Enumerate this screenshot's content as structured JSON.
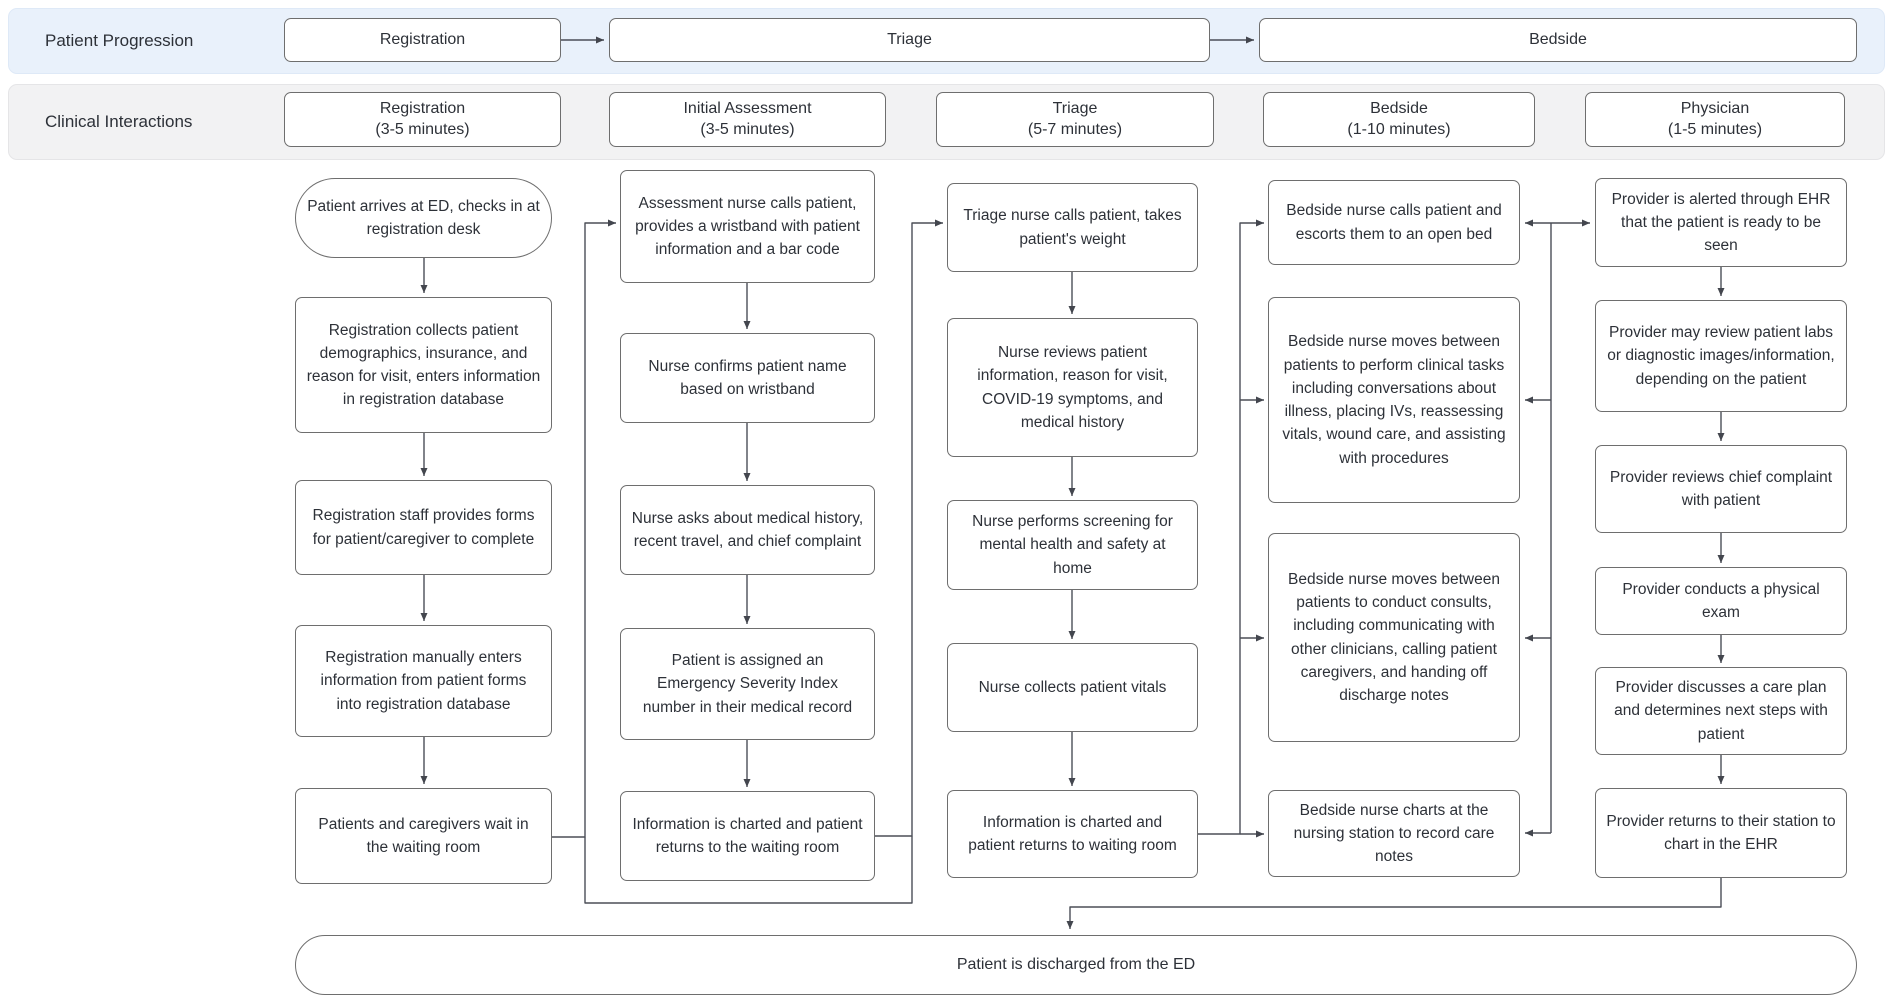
{
  "header": {
    "progression": {
      "label": "Patient Progression",
      "stages": [
        "Registration",
        "Triage",
        "Bedside"
      ]
    },
    "interactions": {
      "label": "Clinical Interactions",
      "stages": [
        {
          "name": "Registration",
          "duration": "(3-5 minutes)"
        },
        {
          "name": "Initial Assessment",
          "duration": "(3-5 minutes)"
        },
        {
          "name": "Triage",
          "duration": "(5-7 minutes)"
        },
        {
          "name": "Bedside",
          "duration": "(1-10 minutes)"
        },
        {
          "name": "Physician",
          "duration": "(1-5 minutes)"
        }
      ]
    }
  },
  "columns": {
    "registration": {
      "steps": [
        "Patient arrives at ED, checks in at registration desk",
        "Registration collects patient demographics, insurance, and reason for visit, enters information in registration database",
        "Registration staff provides forms for patient/caregiver to complete",
        "Registration manually enters information from patient forms into registration database",
        "Patients and caregivers wait in the waiting room"
      ]
    },
    "initial_assessment": {
      "steps": [
        "Assessment nurse calls patient, provides a wristband with patient information and a bar code",
        "Nurse confirms patient name based on wristband",
        "Nurse asks about medical history, recent travel, and chief complaint",
        "Patient is assigned an Emergency Severity Index number in their medical record",
        "Information is charted and patient returns to the waiting room"
      ]
    },
    "triage": {
      "steps": [
        "Triage nurse calls patient, takes patient's weight",
        "Nurse reviews patient information, reason for visit, COVID-19 symptoms, and medical history",
        "Nurse performs screening for mental health and safety at home",
        "Nurse collects patient vitals",
        "Information is charted and patient returns to waiting room"
      ]
    },
    "bedside": {
      "steps": [
        "Bedside nurse calls patient and escorts them to an open bed",
        "Bedside nurse moves between patients to perform clinical tasks including conversations about illness, placing IVs, reassessing vitals, wound care, and assisting with procedures",
        "Bedside nurse moves between patients to conduct consults, including communicating with other clinicians, calling patient caregivers, and handing off discharge notes",
        "Bedside nurse charts at the nursing station to record care notes"
      ]
    },
    "physician": {
      "steps": [
        "Provider is alerted through EHR that the patient is ready to be seen",
        "Provider may review patient labs or diagnostic images/information, depending on the patient",
        "Provider reviews chief complaint with patient",
        "Provider conducts a physical exam",
        "Provider discusses a care plan and determines next steps with patient",
        "Provider returns to their station to chart in the EHR"
      ]
    }
  },
  "end": {
    "label": "Patient is discharged from the ED"
  },
  "colors": {
    "progression_band_bg": "#e9f1fb",
    "interactions_band_bg": "#f2f2f3",
    "node_bg": "#ffffff",
    "node_border": "#6e6e6e",
    "connector": "#4b4e57",
    "text": "#2d3138"
  }
}
